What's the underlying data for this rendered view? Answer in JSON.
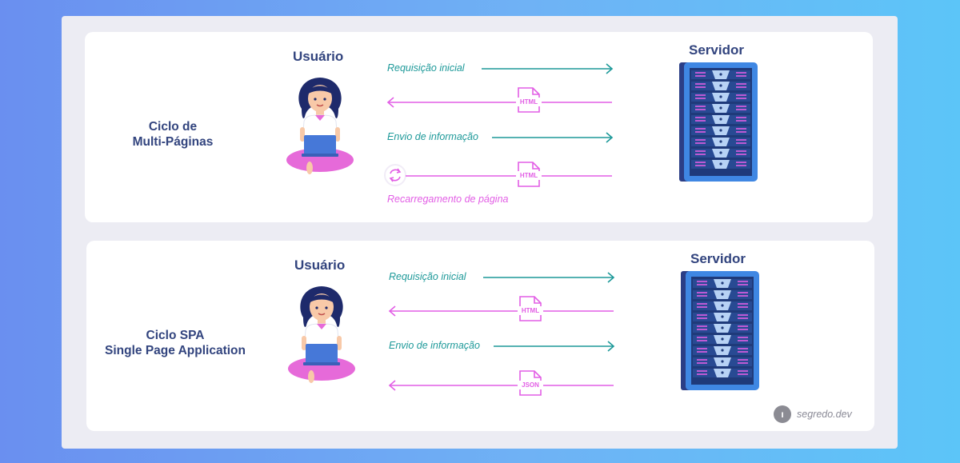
{
  "sections": [
    {
      "cycle_line1": "Ciclo de",
      "cycle_line2": "Multi-Páginas",
      "user_title": "Usuário",
      "server_title": "Servidor",
      "labels": {
        "request": "Requisição inicial",
        "send": "Envio de informação",
        "reload": "Recarregamento de página"
      },
      "doc_tags": [
        "HTML",
        "HTML"
      ]
    },
    {
      "cycle_line1": "Ciclo SPA",
      "cycle_line2": "Single Page Application",
      "user_title": "Usuário",
      "server_title": "Servidor",
      "labels": {
        "request": "Requisição inicial",
        "send": "Envio de informação"
      },
      "doc_tags": [
        "HTML",
        "JSON"
      ]
    }
  ],
  "brand": {
    "name": "segredo.dev",
    "icon": "segredo-logo-icon"
  },
  "colors": {
    "teal": "#1d9999",
    "pink": "#e25ee5",
    "navy": "#32447e",
    "server_blue": "#3f87e3"
  }
}
